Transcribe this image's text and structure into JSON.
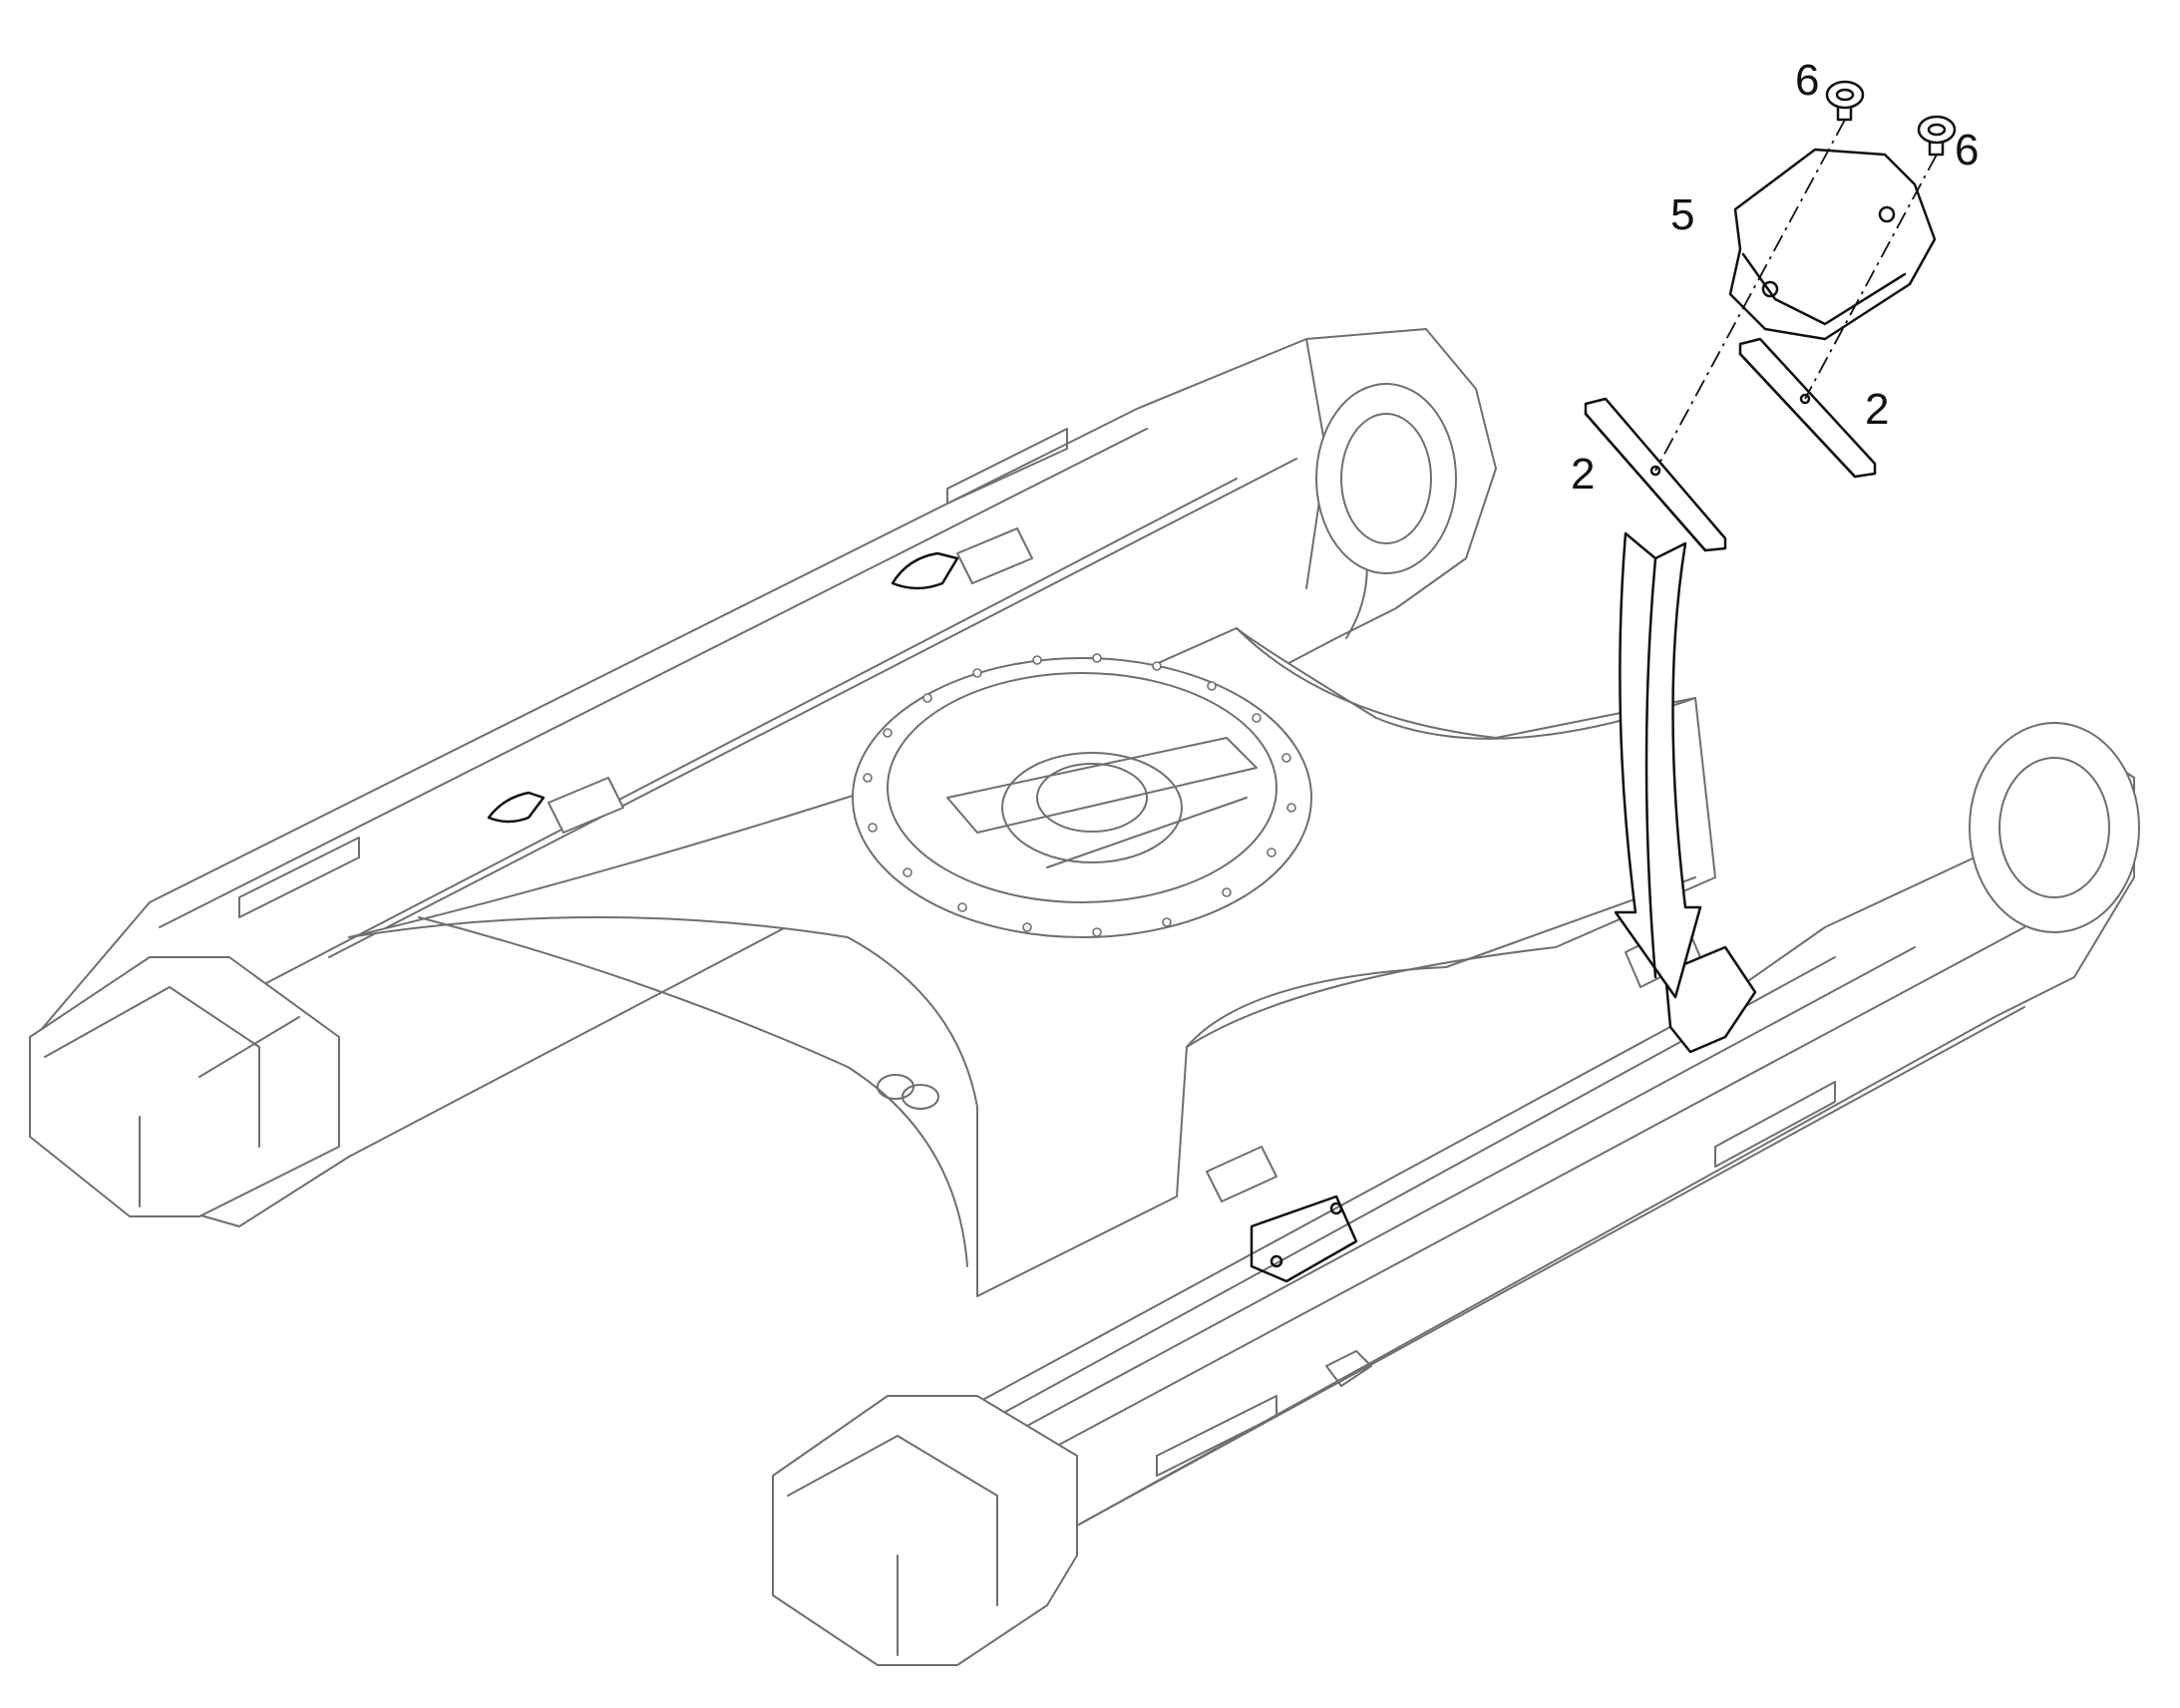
{
  "diagram": {
    "callouts": [
      {
        "id": "c6a",
        "label": "6"
      },
      {
        "id": "c6b",
        "label": "6"
      },
      {
        "id": "c5",
        "label": "5"
      },
      {
        "id": "c2a",
        "label": "2"
      },
      {
        "id": "c2b",
        "label": "2"
      }
    ]
  },
  "colors": {
    "line": "#6f6f6f",
    "ink": "#111111",
    "background": "#ffffff"
  }
}
